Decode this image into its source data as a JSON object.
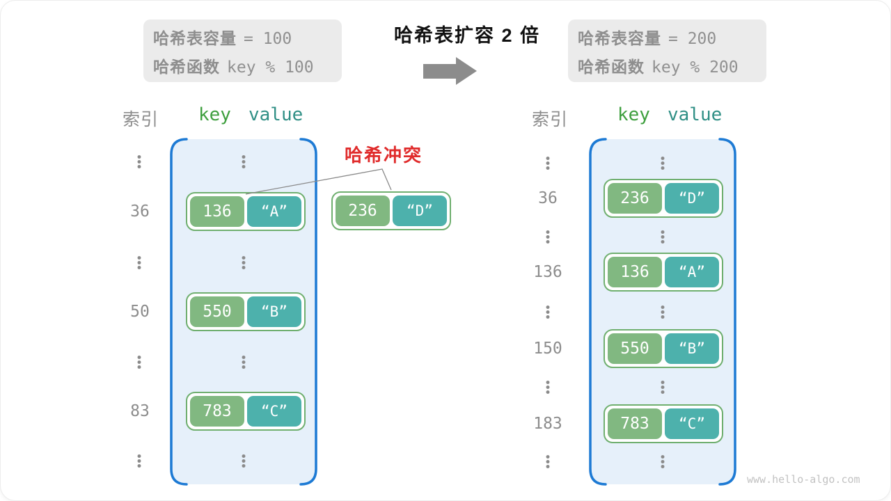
{
  "header": {
    "left_capacity": {
      "label_capacity": "哈希表容量",
      "capacity_value": "= 100",
      "label_hash_fn": "哈希函数",
      "hash_fn_value": "key % 100"
    },
    "title": "哈希表扩容 2 倍",
    "right_capacity": {
      "label_capacity": "哈希表容量",
      "capacity_value": "= 200",
      "label_hash_fn": "哈希函数",
      "hash_fn_value": "key % 200"
    }
  },
  "collision": {
    "label": "哈希冲突",
    "pair": {
      "key": "236",
      "value": "“D”"
    }
  },
  "left_table": {
    "index_header": "索引",
    "key_header": "key",
    "value_header": "value",
    "rows": [
      {
        "index": "36",
        "key": "136",
        "value": "“A”"
      },
      {
        "index": "50",
        "key": "550",
        "value": "“B”"
      },
      {
        "index": "83",
        "key": "783",
        "value": "“C”"
      }
    ]
  },
  "right_table": {
    "index_header": "索引",
    "key_header": "key",
    "value_header": "value",
    "rows": [
      {
        "index": "36",
        "key": "236",
        "value": "“D”"
      },
      {
        "index": "136",
        "key": "136",
        "value": "“A”"
      },
      {
        "index": "150",
        "key": "550",
        "value": "“B”"
      },
      {
        "index": "183",
        "key": "783",
        "value": "“C”"
      }
    ]
  },
  "watermark": "www.hello-algo.com",
  "colors": {
    "table_fill": "#e6f0fa",
    "table_bracket": "#1d7ad4",
    "key_block": "#81b881",
    "value_block": "#4db1ac",
    "pair_border": "#6faf6f",
    "key_header_text": "#3e9f3e",
    "value_header_text": "#2f8f85",
    "collision_red": "#e02b2b",
    "gray_text": "#8c8c8c"
  }
}
